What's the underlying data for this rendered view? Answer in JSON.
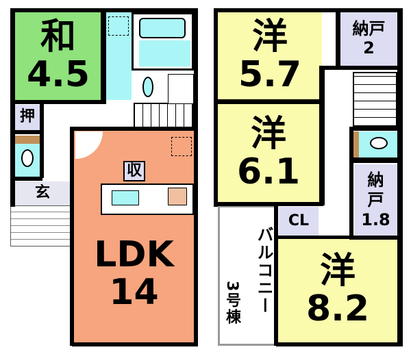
{
  "colors": {
    "washitsu": "#8fe27c",
    "wet": "#aaf6f6",
    "ldk": "#f6a57e",
    "western": "#fbfbae",
    "storage": "#dcdcf2"
  },
  "first_floor": {
    "washitsu": {
      "kanji": "和",
      "size": "4.5"
    },
    "oshiire": "押",
    "genkan": "玄",
    "storage": "収",
    "ldk": {
      "name": "LDK",
      "size": "14"
    }
  },
  "second_floor": {
    "room1": {
      "kanji": "洋",
      "size": "5.7"
    },
    "room2": {
      "kanji": "洋",
      "size": "6.1"
    },
    "room3": {
      "kanji": "洋",
      "size": "8.2"
    },
    "nando1": {
      "label": "納戸",
      "size": "2"
    },
    "nando2": {
      "label": "納",
      "label2": "戸",
      "size": "1.8"
    },
    "closet": "CL",
    "balcony": "バルコニー"
  },
  "building_label": "3号棟"
}
